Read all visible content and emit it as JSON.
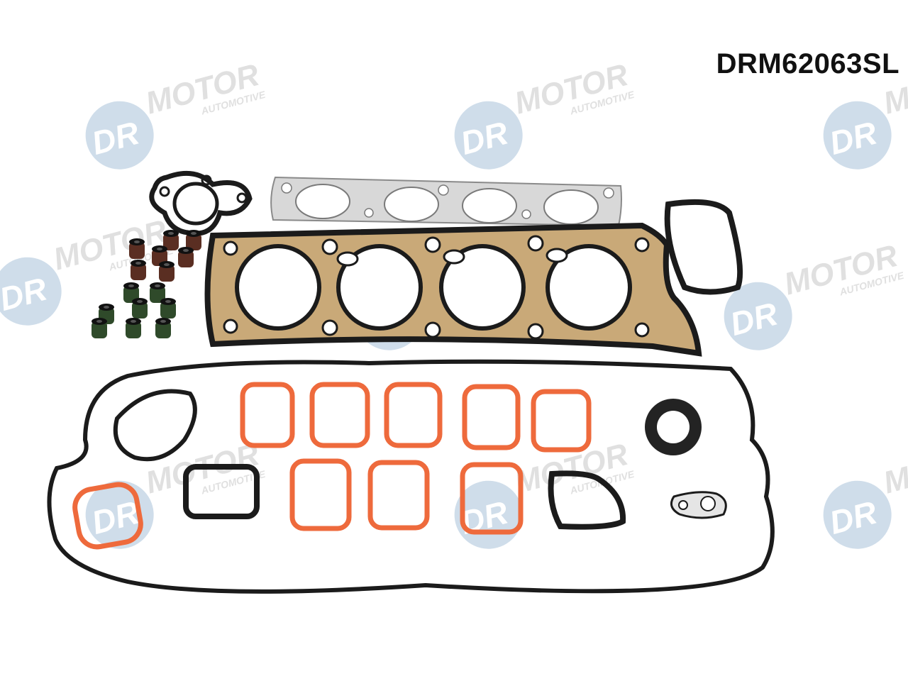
{
  "product": {
    "part_code": "DRM62063SL"
  },
  "watermark": {
    "brand": "DR.MOTOR",
    "subtitle": "AUTOMOTIVE"
  },
  "colors": {
    "background": "#ffffff",
    "logo_blue": "#a9c3da",
    "logo_gray": "#c7c7c7",
    "gasket_black": "#1b1b1b",
    "gasket_orange": "#ee6a3c",
    "metal": "#d9d9d9",
    "gold": "#b59a6a",
    "stem_seal_brown": "#5a2e22",
    "stem_seal_green": "#2f4a2a"
  }
}
